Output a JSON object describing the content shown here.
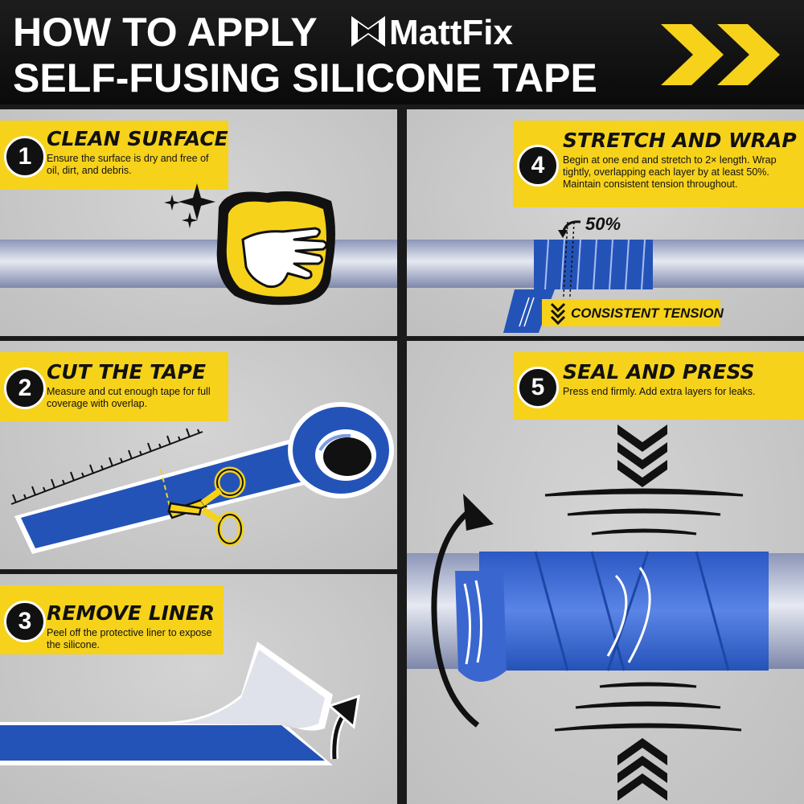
{
  "header": {
    "line1": "HOW TO APPLY",
    "brand": "MattFix",
    "line2": "SELF-FUSING SILICONE TAPE"
  },
  "steps": [
    {
      "number": "1",
      "title": "CLEAN SURFACE",
      "description": "Ensure the surface is dry and free of oil, dirt, and debris."
    },
    {
      "number": "2",
      "title": "CUT THE TAPE",
      "description": "Measure and cut enough tape for full coverage with overlap."
    },
    {
      "number": "3",
      "title": "REMOVE LINER",
      "description": "Peel off the protective liner to expose the silicone."
    },
    {
      "number": "4",
      "title": "STRETCH AND WRAP",
      "description": "Begin at one end and stretch to 2× length. Wrap tightly, overlapping each layer by at least 50%. Maintain consistent tension throughout."
    },
    {
      "number": "5",
      "title": "SEAL AND PRESS",
      "description": "Press end firmly. Add extra layers for leaks."
    }
  ],
  "annotations": {
    "overlap": "50%",
    "tension": "CONSISTENT TENSION"
  },
  "colors": {
    "accent_yellow": "#f6d21b",
    "tape_blue": "#2453b8",
    "header_black": "#111111",
    "panel_gray": "#c7c7c7"
  },
  "icons": [
    "brand-logo-icon",
    "chevron-arrows-icon",
    "sparkle-icon",
    "cloth-hand-icon",
    "scissors-icon",
    "ruler-icon",
    "tape-roll-icon",
    "peel-arrow-icon",
    "rotate-arrow-icon",
    "press-chevron-icon"
  ]
}
